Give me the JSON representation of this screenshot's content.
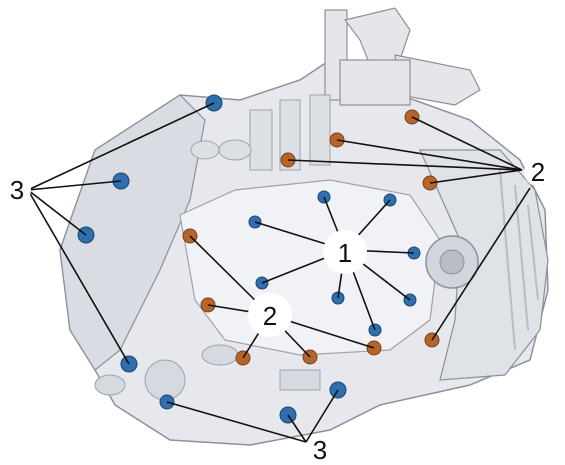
{
  "colors": {
    "background": "#ffffff",
    "housing_light": "#eceef2",
    "housing_mid": "#d9dce2",
    "housing_shadow": "#b8bcc4",
    "housing_edge": "#8c9099",
    "bolt_blue": "#2f6fae",
    "bolt_blue_highlight": "#7fb0e0",
    "bolt_orange": "#b5652a",
    "bolt_orange_highlight": "#e0a070",
    "leader_line": "#111111"
  },
  "callouts": {
    "label_1": "1",
    "label_2_right": "2",
    "label_2_center": "2",
    "label_3_left": "3",
    "label_3_bottom": "3"
  },
  "legend_groups": [
    {
      "label": "1",
      "bolt_color": "blue",
      "bolts": 8
    },
    {
      "label": "2",
      "bolt_color": "orange",
      "bolts": 10
    },
    {
      "label": "3",
      "bolt_color": "blue",
      "bolts": 7
    }
  ]
}
